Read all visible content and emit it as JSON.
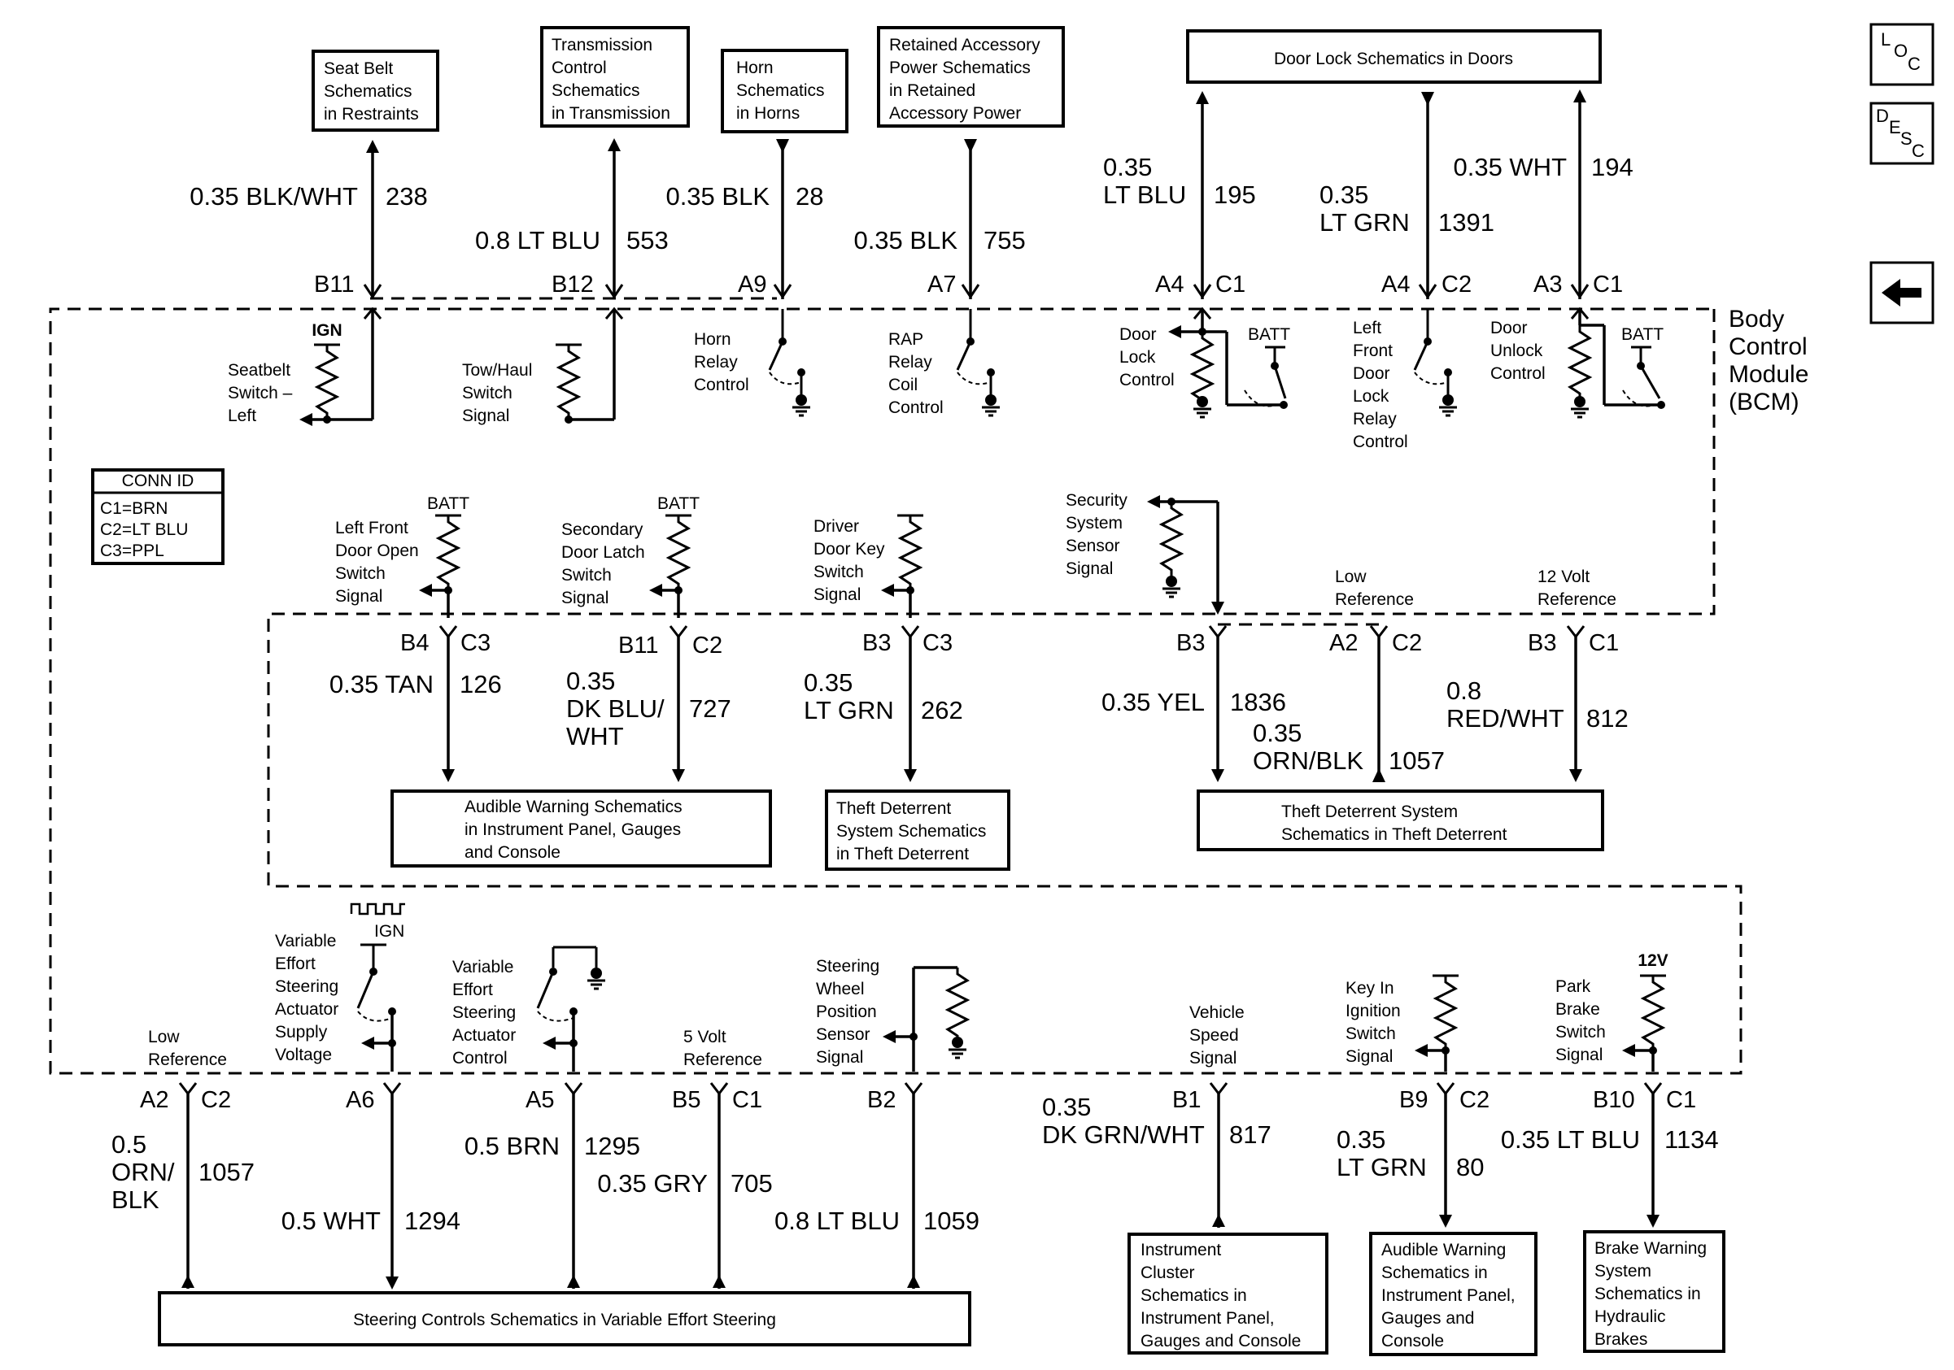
{
  "boxes": {
    "seat_belt": [
      "Seat Belt",
      "Schematics",
      "in Restraints"
    ],
    "transmission": [
      "Transmission",
      "Control",
      "Schematics",
      "in Transmission"
    ],
    "horn": [
      "Horn",
      "Schematics",
      "in Horns"
    ],
    "rap": [
      "Retained Accessory",
      "Power Schematics",
      "in Retained",
      "Accessory Power"
    ],
    "door_lock": [
      "Door Lock Schematics in Doors"
    ],
    "audible_ipc": [
      "Audible Warning Schematics",
      "in Instrument Panel, Gauges",
      "and Console"
    ],
    "theft_1": [
      "Theft Deterrent",
      "System Schematics",
      "in Theft Deterrent"
    ],
    "theft_2": [
      "Theft Deterrent System",
      "Schematics in Theft Deterrent"
    ],
    "steering": [
      "Steering Controls Schematics in Variable Effort Steering"
    ],
    "cluster": [
      "Instrument",
      "Cluster",
      "Schematics in",
      "Instrument Panel,",
      "Gauges and Console"
    ],
    "audible_2": [
      "Audible Warning",
      "Schematics in",
      "Instrument Panel,",
      "Gauges and",
      "Console"
    ],
    "brake": [
      "Brake Warning",
      "System",
      "Schematics in",
      "Hydraulic",
      "Brakes"
    ]
  },
  "module_name": [
    "Body",
    "Control",
    "Module",
    "(BCM)"
  ],
  "conn_id": {
    "title": "CONN ID",
    "rows": [
      "C1=BRN",
      "C2=LT BLU",
      "C3=PPL"
    ]
  },
  "nav_icons": {
    "loc": "LOC",
    "desc": "DESC",
    "back": "back-arrow-icon"
  },
  "pins": {
    "b11_top": "B11",
    "b12_top": "B12",
    "a9": "A9",
    "a7": "A7",
    "a4_c1": "A4",
    "c1_a": "C1",
    "a4_c2": "A4",
    "c2_a": "C2",
    "a3": "A3",
    "c1_b": "C1",
    "b4": "B4",
    "c3_a": "C3",
    "b11_mid": "B11",
    "c2_b": "C2",
    "b3_a": "B3",
    "c3_b": "C3",
    "b3_b": "B3",
    "a2_mid": "A2",
    "c2_c": "C2",
    "b3_c": "B3",
    "c1_c": "C1",
    "a2_bot": "A2",
    "c2_d": "C2",
    "a6": "A6",
    "a5": "A5",
    "b5": "B5",
    "c1_d": "C1",
    "b2": "B2",
    "b1": "B1",
    "b9": "B9",
    "c2_e": "C2",
    "b10": "B10",
    "c1_e": "C1"
  },
  "wires": {
    "w238": [
      "0.35 BLK/WHT",
      "238"
    ],
    "w553": [
      "0.8 LT BLU",
      "553"
    ],
    "w28": [
      "0.35 BLK",
      "28"
    ],
    "w755": [
      "0.35 BLK",
      "755"
    ],
    "w195": [
      "0.35",
      "LT BLU",
      "195"
    ],
    "w1391": [
      "0.35",
      "LT GRN",
      "1391"
    ],
    "w194": [
      "0.35 WHT",
      "194"
    ],
    "w126": [
      "0.35 TAN",
      "126"
    ],
    "w727": [
      "0.35",
      "DK BLU/",
      "WHT",
      "727"
    ],
    "w262": [
      "0.35",
      "LT GRN",
      "262"
    ],
    "w1836": [
      "0.35 YEL",
      "1836"
    ],
    "w1057a": [
      "0.35",
      "ORN/BLK",
      "1057"
    ],
    "w812": [
      "0.8",
      "RED/WHT",
      "812"
    ],
    "w1057b": [
      "0.5",
      "ORN/",
      "BLK",
      "1057"
    ],
    "w1294": [
      "0.5 WHT",
      "1294"
    ],
    "w1295": [
      "0.5 BRN",
      "1295"
    ],
    "w705": [
      "0.35 GRY",
      "705"
    ],
    "w1059": [
      "0.8 LT BLU",
      "1059"
    ],
    "w817": [
      "0.35",
      "DK GRN/WHT",
      "817"
    ],
    "w80": [
      "0.35",
      "LT GRN",
      "80"
    ],
    "w1134": [
      "0.35 LT BLU",
      "1134"
    ]
  },
  "labels": {
    "seatbelt_sw": [
      "Seatbelt",
      "Switch –",
      "Left"
    ],
    "ign1": "IGN",
    "tow_haul": [
      "Tow/Haul",
      "Switch",
      "Signal"
    ],
    "horn_relay": [
      "Horn",
      "Relay",
      "Control"
    ],
    "rap_relay": [
      "RAP",
      "Relay",
      "Coil",
      "Control"
    ],
    "door_lock_ctl": [
      "Door",
      "Lock",
      "Control"
    ],
    "batt1": "BATT",
    "lf_lock_relay": [
      "Left",
      "Front",
      "Door",
      "Lock",
      "Relay",
      "Control"
    ],
    "door_unlock": [
      "Door",
      "Unlock",
      "Control"
    ],
    "batt2": "BATT",
    "lf_door_open": [
      "Left Front",
      "Door Open",
      "Switch",
      "Signal"
    ],
    "batt3": "BATT",
    "sec_latch": [
      "Secondary",
      "Door Latch",
      "Switch",
      "Signal"
    ],
    "batt4": "BATT",
    "driver_key": [
      "Driver",
      "Door Key",
      "Switch",
      "Signal"
    ],
    "security": [
      "Security",
      "System",
      "Sensor",
      "Signal"
    ],
    "low_ref1": [
      "Low",
      "Reference"
    ],
    "volt12_ref": [
      "12 Volt",
      "Reference"
    ],
    "ves_supply": [
      "Variable",
      "Effort",
      "Steering",
      "Actuator",
      "Supply",
      "Voltage"
    ],
    "ign2": "IGN",
    "ves_control": [
      "Variable",
      "Effort",
      "Steering",
      "Actuator",
      "Control"
    ],
    "low_ref2": [
      "Low",
      "Reference"
    ],
    "volt5_ref": [
      "5 Volt",
      "Reference"
    ],
    "swps": [
      "Steering",
      "Wheel",
      "Position",
      "Sensor",
      "Signal"
    ],
    "vss": [
      "Vehicle",
      "Speed",
      "Signal"
    ],
    "key_in": [
      "Key In",
      "Ignition",
      "Switch",
      "Signal"
    ],
    "park_brake": [
      "Park",
      "Brake",
      "Switch",
      "Signal"
    ],
    "v12": "12V"
  }
}
